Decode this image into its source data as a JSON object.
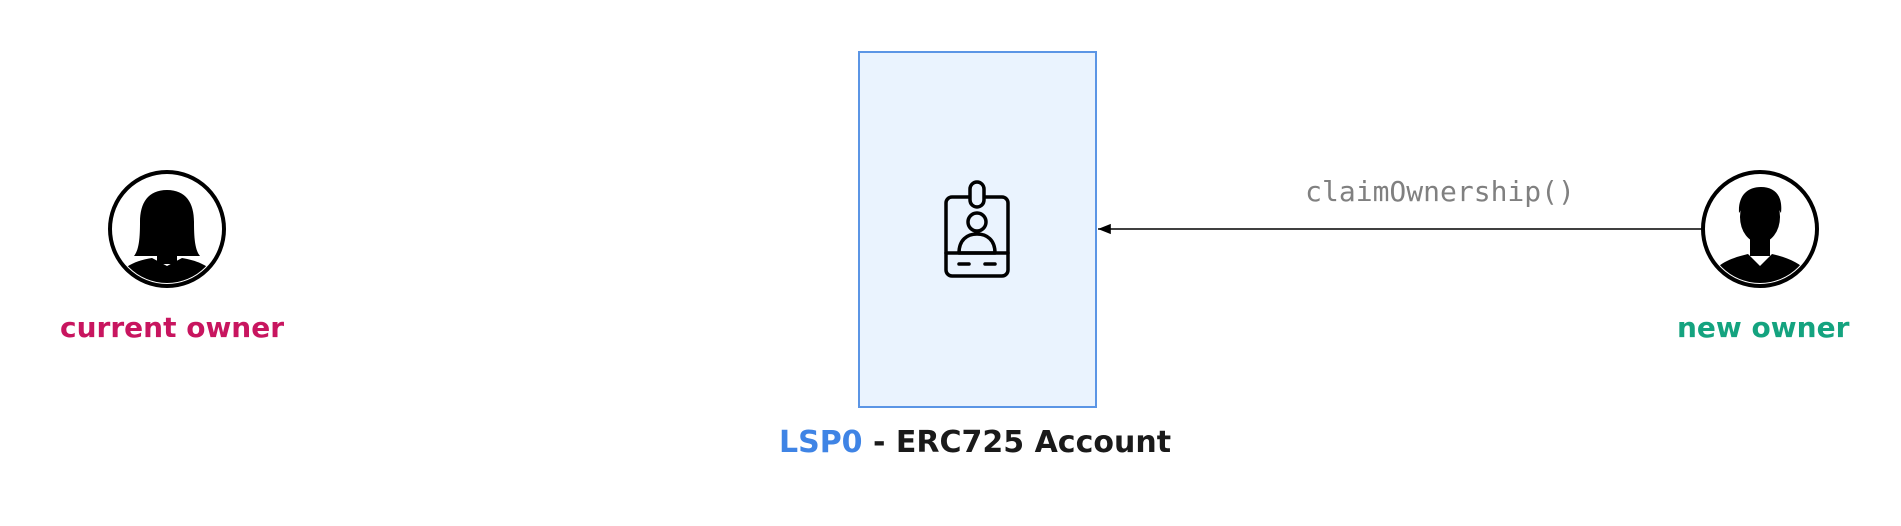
{
  "actors": {
    "current_owner": {
      "label": "current owner",
      "icon": "woman-avatar-icon",
      "color": "#c8155f"
    },
    "new_owner": {
      "label": "new owner",
      "icon": "man-avatar-icon",
      "color": "#14a37f"
    }
  },
  "account": {
    "prefix": "LSP0",
    "suffix": " - ERC725 Account",
    "prefix_color": "#3f84e5",
    "box_fill": "#eaf3fe",
    "box_border": "#5b95e5",
    "icon": "id-badge-icon"
  },
  "edge": {
    "label": "claimOwnership()",
    "from": "new_owner",
    "to": "account"
  }
}
